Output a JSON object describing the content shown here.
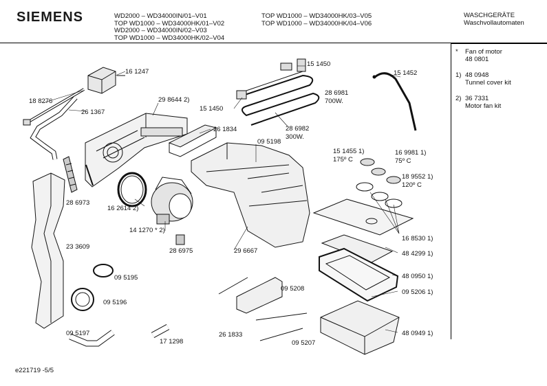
{
  "header": {
    "brand": "SIEMENS",
    "models_col1": [
      "WD2000 – WD34000IN/01–V01",
      "TOP WD1000 – WD34000HK/01–V02",
      "WD2000 – WD34000IN/02–V03",
      "TOP WD1000 – WD34000HK/02–V04"
    ],
    "models_col2": [
      "TOP WD1000 – WD34000HK/03–V05",
      "TOP WD1000 – WD34000HK/04–V06"
    ],
    "category": [
      "WASCHGERÄTE",
      "Waschvollautomaten"
    ]
  },
  "notes": [
    {
      "key": "*",
      "lines": [
        "Fan of motor",
        "48 0801"
      ]
    },
    {
      "key": "1)",
      "lines": [
        "48 0948",
        "Tunnel cover kit"
      ]
    },
    {
      "key": "2)",
      "lines": [
        "36 7331",
        "Motor fan kit"
      ]
    }
  ],
  "part_labels": {
    "p161247": "16 1247",
    "p188276": "18 8276",
    "p261367": "26 1367",
    "p298644": "29 8644 2)",
    "p151450a": "15 1450",
    "p151450b": "15 1450",
    "p286981": "28 6981",
    "p700w": "700W.",
    "p286982": "28 6982",
    "p300w": "300W.",
    "p151452": "15 1452",
    "p261834": "26 1834",
    "p095198": "09 5198",
    "p151455": "15 1455 1)",
    "p175c": "175º C",
    "p169981": "16 9981 1)",
    "p75c": "75º C",
    "p189552": "18 9552 1)",
    "p120c": "120º C",
    "p286973": "28 6973",
    "p162614": "16 2614 2)",
    "p141270": "14 1270 * 2)",
    "p286975": "28 6975",
    "p296667": "29 6667",
    "p233609": "23 3609",
    "p168530": "16 8530 1)",
    "p484299": "48 4299 1)",
    "p095195": "09 5195",
    "p095196": "09 5196",
    "p480950": "48 0950 1)",
    "p095208": "09 5208",
    "p095206": "09 5206 1)",
    "p095197": "09 5197",
    "p171298": "17 1298",
    "p261833": "26 1833",
    "p095207": "09 5207",
    "p480949": "48 0949 1)"
  },
  "footer": "e221719  -5/5"
}
